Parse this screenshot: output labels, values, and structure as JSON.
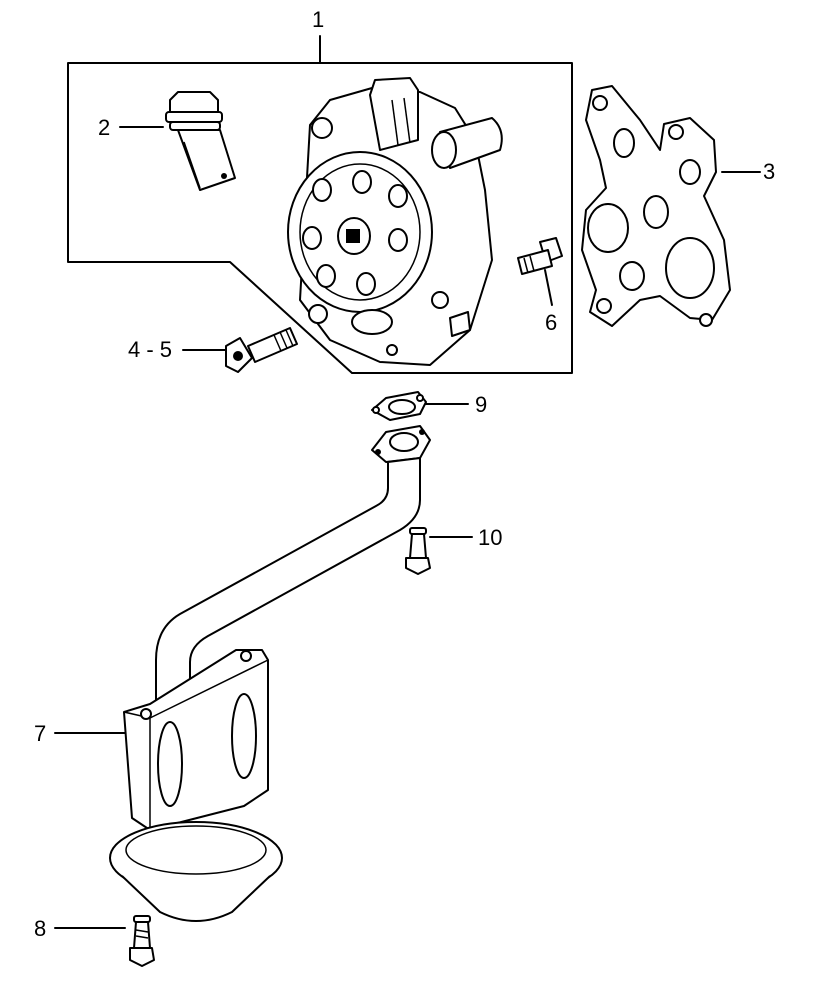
{
  "callouts": [
    {
      "id": "1",
      "text": "1"
    },
    {
      "id": "2",
      "text": "2"
    },
    {
      "id": "3",
      "text": "3"
    },
    {
      "id": "4-5",
      "text": "4 - 5"
    },
    {
      "id": "6",
      "text": "6"
    },
    {
      "id": "7",
      "text": "7"
    },
    {
      "id": "8",
      "text": "8"
    },
    {
      "id": "9",
      "text": "9"
    },
    {
      "id": "10",
      "text": "10"
    }
  ]
}
